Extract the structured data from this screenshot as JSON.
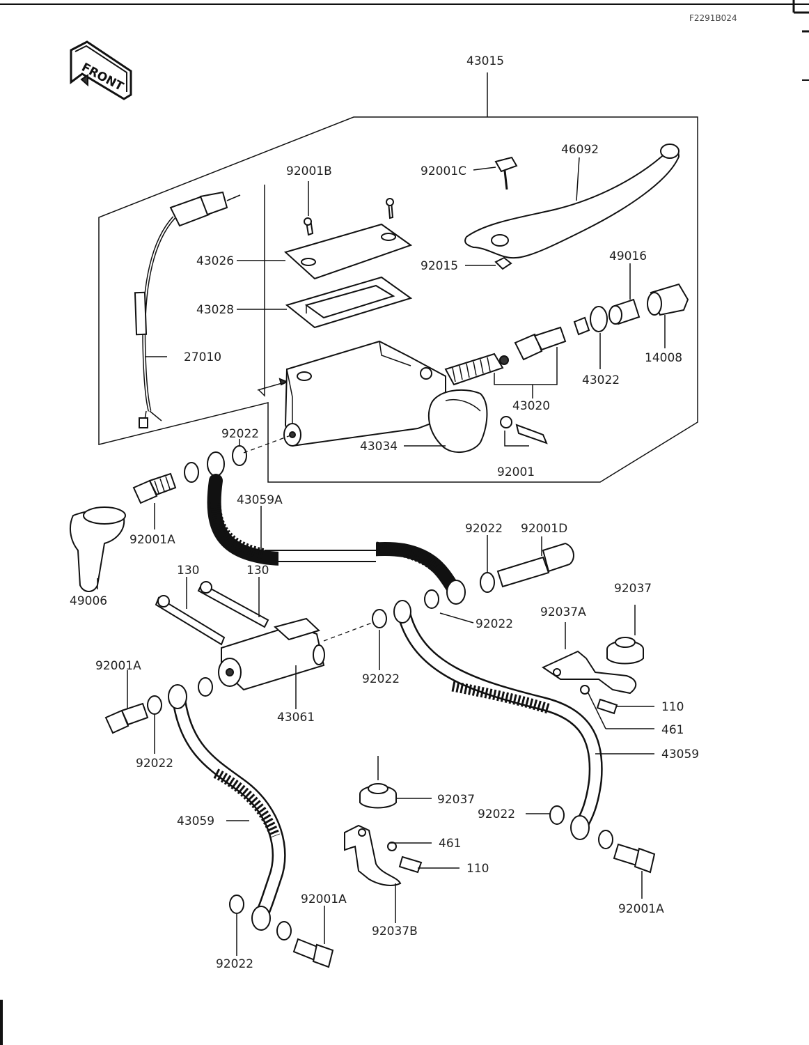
{
  "header": {
    "ref_code": "F2291B024"
  },
  "front_badge": {
    "text": "FRONT"
  },
  "labels": {
    "l43015": "43015",
    "l46092": "46092",
    "l92001C": "92001C",
    "l92001B": "92001B",
    "l43026": "43026",
    "l92015": "92015",
    "l49016": "49016",
    "l43028": "43028",
    "l27010": "27010",
    "l14008": "14008",
    "l43022": "43022",
    "l43020": "43020",
    "l92022_a": "92022",
    "l43034": "43034",
    "l92001": "92001",
    "l43059A": "43059A",
    "l92001D": "92001D",
    "l92001A_a": "92001A",
    "l92022_b": "92022",
    "l49006": "49006",
    "l130_a": "130",
    "l130_b": "130",
    "l92037": "92037",
    "l92022_c": "92022",
    "l92037A": "92037A",
    "l92022_d": "92022",
    "l92001A_b": "92001A",
    "l110_a": "110",
    "l461_a": "461",
    "l43061": "43061",
    "l43059_a": "43059",
    "l92022_e": "92022",
    "l92037_b": "92037",
    "l92022_f": "92022",
    "l461_b": "461",
    "l43059_b": "43059",
    "l110_b": "110",
    "l92001A_c": "92001A",
    "l92037B": "92037B",
    "l92001A_d": "92001A",
    "l92022_g": "92022"
  }
}
